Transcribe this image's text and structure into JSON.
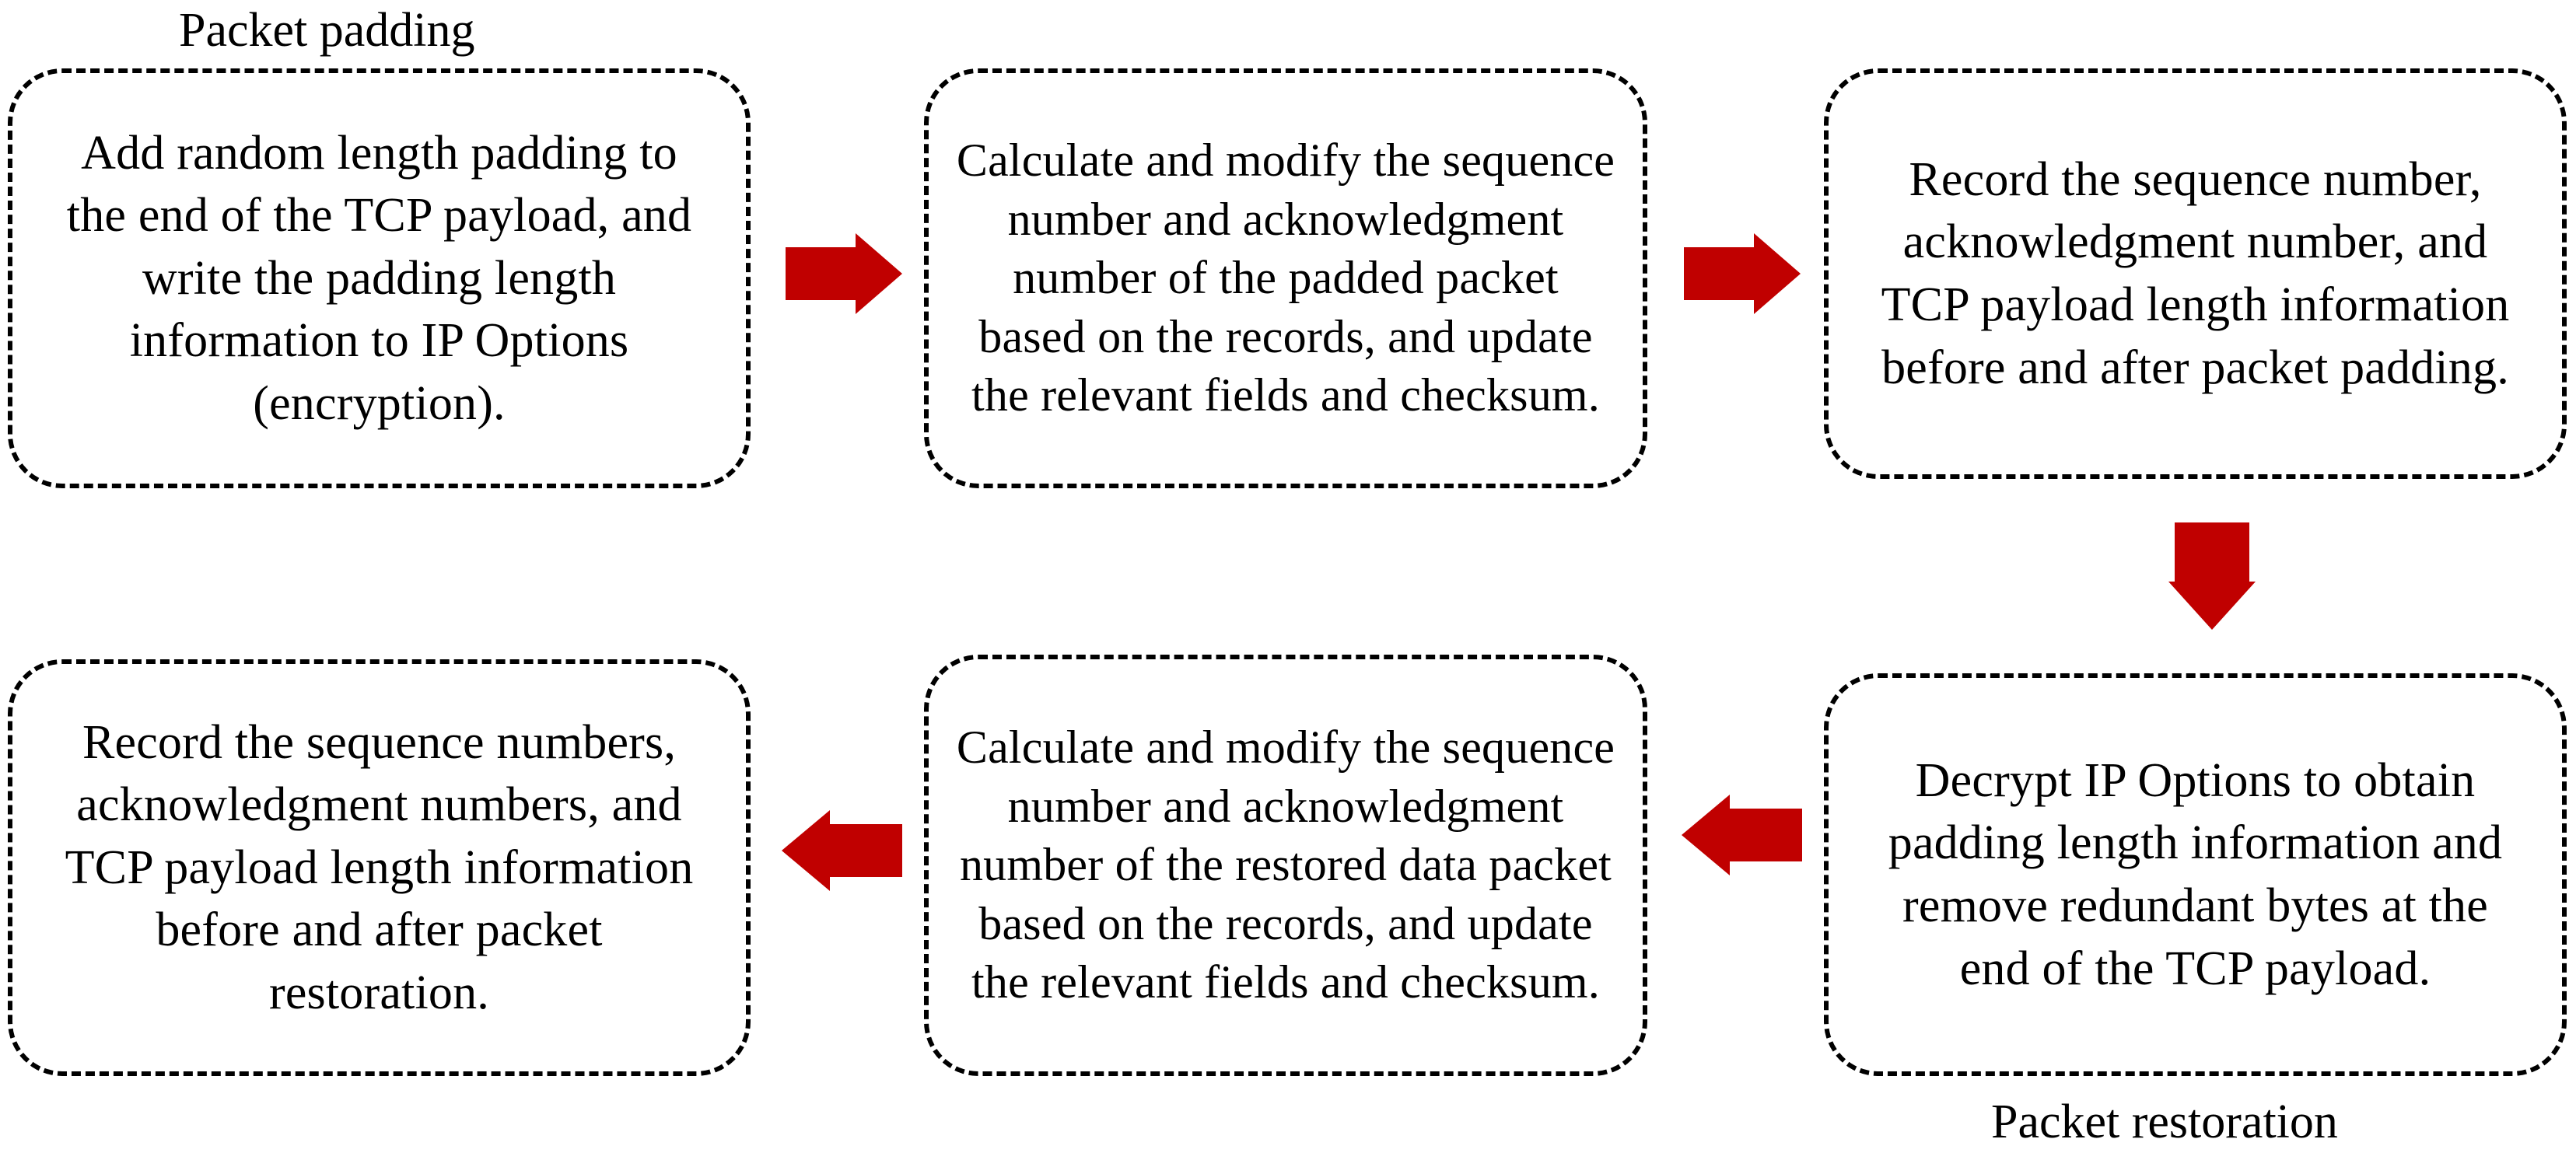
{
  "diagram": {
    "title": "Packet padding and restoration flowchart",
    "accent_color": "#C00000",
    "border_color": "#000000",
    "background_color": "#FFFFFF",
    "captions": {
      "padding": "Packet padding",
      "restoration": "Packet restoration"
    },
    "nodes": [
      {
        "id": "node-1",
        "order": 1,
        "text": "Add random length padding to the end of the TCP payload, and write the padding length information to IP Options (encryption)."
      },
      {
        "id": "node-2",
        "order": 2,
        "text": "Calculate and modify the sequence number and acknowledgment number of the padded packet based on the records, and update the relevant fields and checksum."
      },
      {
        "id": "node-3",
        "order": 3,
        "text": "Record the sequence number, acknowledgment number, and TCP payload length information before and after packet padding."
      },
      {
        "id": "node-4",
        "order": 4,
        "text": "Decrypt IP Options to obtain padding length information and remove redundant bytes at the end of the TCP payload."
      },
      {
        "id": "node-5",
        "order": 5,
        "text": "Calculate and modify the sequence number and acknowledgment number of the restored data packet based on the records, and update the relevant fields and checksum."
      },
      {
        "id": "node-6",
        "order": 6,
        "text": "Record the sequence numbers, acknowledgment numbers, and TCP payload length information before and after packet restoration."
      }
    ],
    "arrows": [
      {
        "id": "arrow-1",
        "direction": "right",
        "from": "node-1",
        "to": "node-2"
      },
      {
        "id": "arrow-2",
        "direction": "right",
        "from": "node-2",
        "to": "node-3"
      },
      {
        "id": "arrow-3",
        "direction": "down",
        "from": "node-3",
        "to": "node-4"
      },
      {
        "id": "arrow-4",
        "direction": "left",
        "from": "node-4",
        "to": "node-5"
      },
      {
        "id": "arrow-5",
        "direction": "left",
        "from": "node-5",
        "to": "node-6"
      }
    ]
  }
}
